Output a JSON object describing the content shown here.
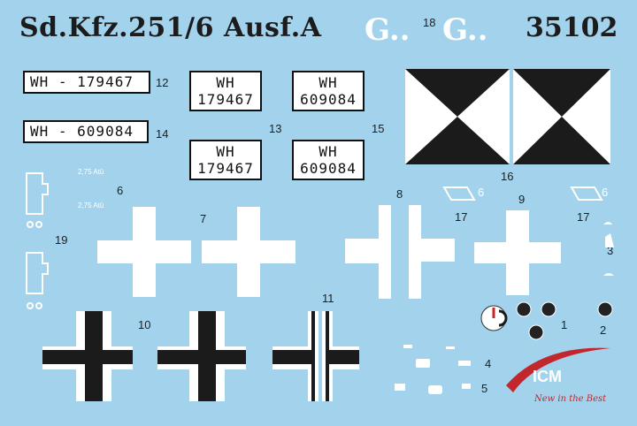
{
  "sheet": {
    "title": "Sd.Kfz.251/6 Ausf.A",
    "code": "35102",
    "g_marks": [
      "G..",
      "G.."
    ],
    "logo": {
      "brand": "ICM",
      "slogan": "New in the Best"
    },
    "colors": {
      "background": "#a3d3ec",
      "black": "#1b1b1b",
      "white": "#ffffff",
      "logo_red": "#c1272d"
    }
  },
  "plates": {
    "p12": "WH - 179467",
    "p14": "WH - 609084",
    "p13a": [
      "WH",
      "179467"
    ],
    "p15a": [
      "WH",
      "609084"
    ],
    "p13b": [
      "WH",
      "179467"
    ],
    "p15b": [
      "WH",
      "609084"
    ]
  },
  "pressure": [
    "2,75 Atü",
    "2,75 Atü"
  ],
  "numbers": {
    "n1": "1",
    "n2": "2",
    "n3": "3",
    "n4": "4",
    "n5": "5",
    "n6a": "6",
    "n6b": "6",
    "n6c": "6",
    "n7": "7",
    "n8": "8",
    "n9": "9",
    "n10": "10",
    "n11": "11",
    "n12": "12",
    "n13": "13",
    "n14": "14",
    "n15": "15",
    "n16": "16",
    "n17a": "17",
    "n17b": "17",
    "n18": "18",
    "n19": "19"
  }
}
